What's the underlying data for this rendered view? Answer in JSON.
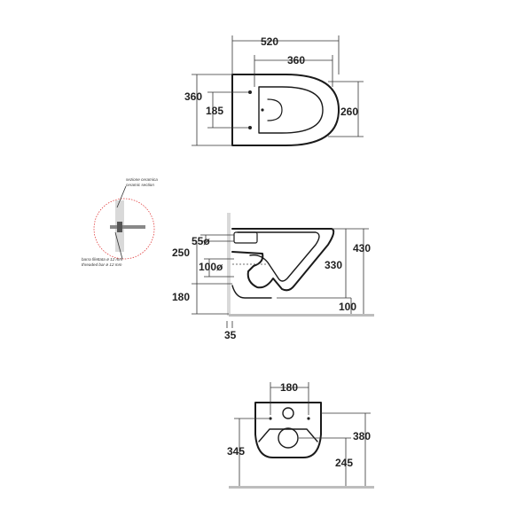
{
  "top_view": {
    "dims": {
      "overall_width": "520",
      "inner_width": "360",
      "overall_depth": "360",
      "fixing_spacing": "185",
      "bowl_depth": "260"
    }
  },
  "side_view": {
    "dims": {
      "inlet_diameter": "55ø",
      "height_250": "250",
      "outlet_diameter": "100ø",
      "height_180": "180",
      "wall_offset": "35",
      "height_430": "430",
      "height_330": "330",
      "height_100": "100"
    },
    "callout": {
      "section_label_it": "sezione ceramica",
      "section_label_en": "ceramic section",
      "bar_label_it": "barra filettata ø 12 mm",
      "bar_label_en": "threaded bar ø 12 mm"
    }
  },
  "front_view": {
    "dims": {
      "fixing_width": "180",
      "height_345": "345",
      "height_380": "380",
      "height_245": "245"
    }
  }
}
